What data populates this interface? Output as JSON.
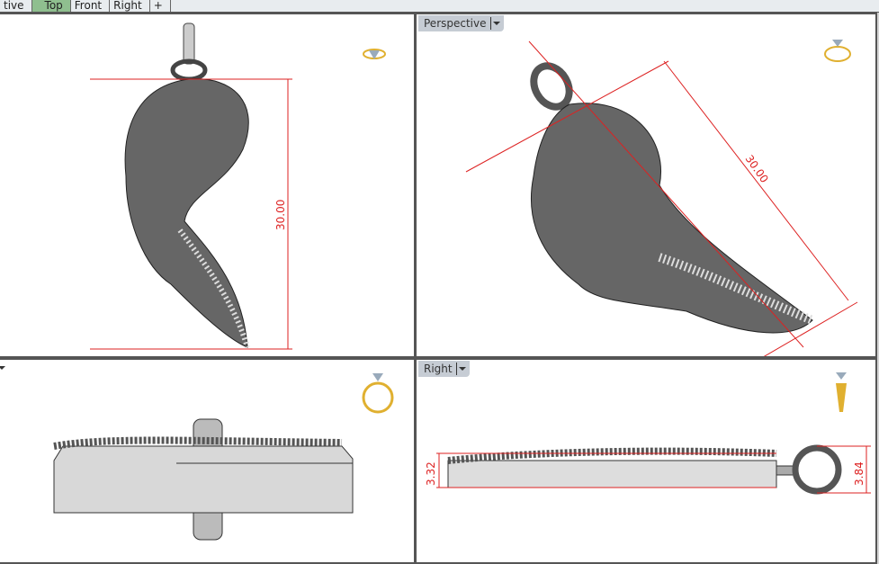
{
  "tabs": [
    {
      "label": "tive",
      "active": false
    },
    {
      "label": "Top",
      "active": true
    },
    {
      "label": "Front",
      "active": false
    },
    {
      "label": "Right",
      "active": false
    },
    {
      "label": "+",
      "active": false
    }
  ],
  "viewports": {
    "top": {
      "dimension": "30.00"
    },
    "perspective": {
      "label": "Perspective",
      "dimension": "30.00"
    },
    "front": {},
    "right": {
      "label": "Right",
      "dim_left": "3.32",
      "dim_right": "3.84"
    }
  },
  "colors": {
    "dimension": "#d22222",
    "active_tab": "#8fbf8f",
    "border": "#555555"
  }
}
